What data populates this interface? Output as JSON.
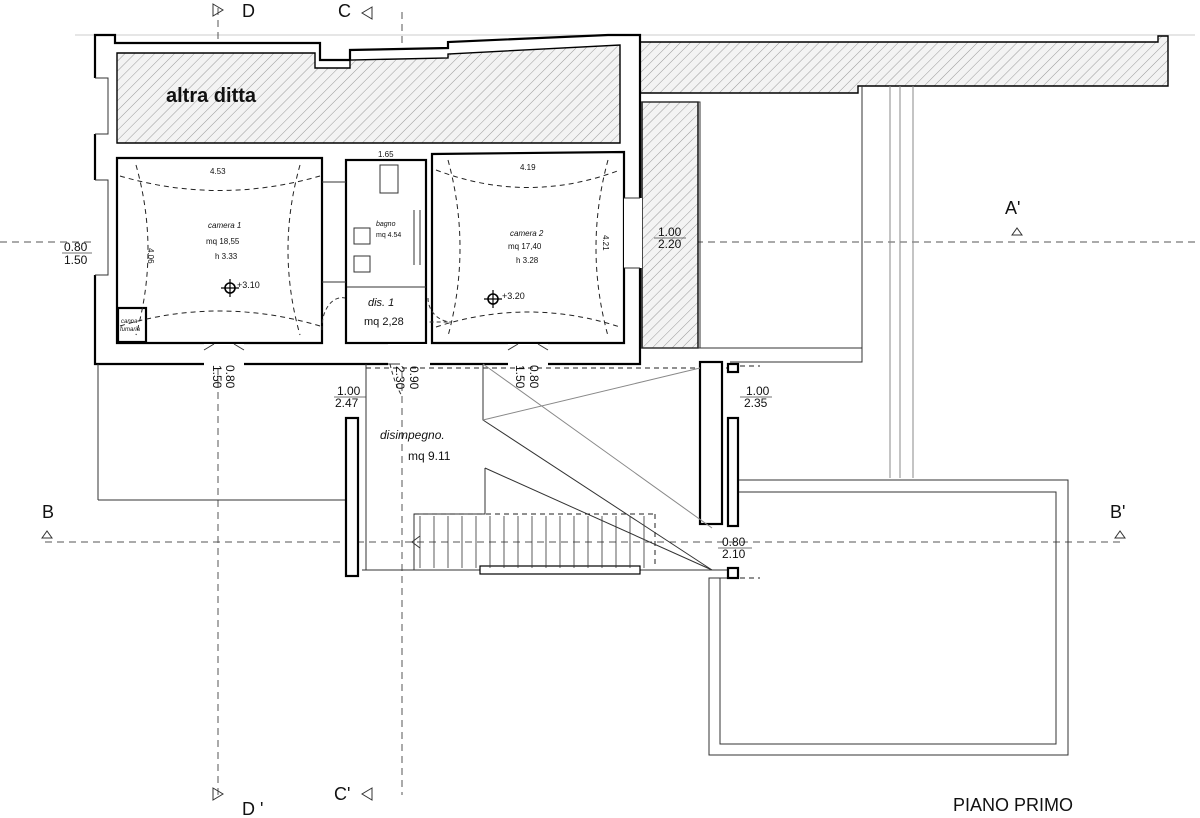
{
  "title": "PIANO PRIMO",
  "hatched_label": "altra ditta",
  "sections": {
    "a_right": "A'",
    "b_left": "B",
    "b_right": "B'",
    "c_top": "C",
    "c_bottom": "C'",
    "d_top": "D",
    "d_bottom": "D '"
  },
  "rooms": {
    "camera1": {
      "name": "camera 1",
      "area": "mq 18,55",
      "height": "h 3.33",
      "width_dim": "4.53",
      "depth_dim": "4.06",
      "level": "+3.10"
    },
    "bagno": {
      "name": "bagno",
      "area": "mq 4.54",
      "width_dim": "1.65"
    },
    "camera2": {
      "name": "camera 2",
      "area": "mq 17,40",
      "height": "h 3.28",
      "width_dim": "4.19",
      "depth_dim": "4.21",
      "level": "+3.20"
    },
    "dis1": {
      "name": "dis. 1",
      "area": "mq 2,28"
    },
    "disimpegno": {
      "name": "disimpegno.",
      "area": "mq 9.11"
    },
    "canna": {
      "line1": "canna",
      "line2": "fumaria"
    }
  },
  "openings": {
    "left_window_w": "0.80",
    "left_window_h": "1.50",
    "c1_window_w": "0.80",
    "c1_window_h": "1.50",
    "door_w": "0.90",
    "door_h": "2.30",
    "c2_window_w": "0.80",
    "c2_window_h": "1.50",
    "right_opening_w": "1.00",
    "right_opening_h": "2.20",
    "left_corr_w": "1.00",
    "left_corr_h": "2.47",
    "right_corr_w": "1.00",
    "right_corr_h": "2.35",
    "stair_window_w": "0.80",
    "stair_window_h": "2.10"
  }
}
